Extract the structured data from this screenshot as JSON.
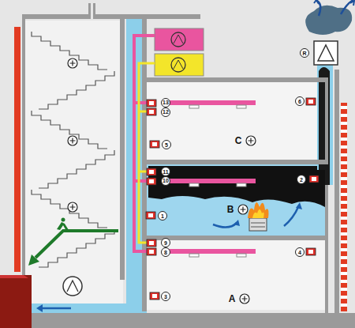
{
  "diagram": {
    "nodes": [
      {
        "text": [
          "R"
        ]
      },
      {
        "text": [
          "13"
        ]
      },
      {
        "text": [
          "12"
        ]
      },
      {
        "text": [
          "6"
        ]
      },
      {
        "text": [
          "5"
        ]
      },
      {
        "text": [
          "11"
        ]
      },
      {
        "text": [
          "10"
        ]
      },
      {
        "text": [
          "2"
        ]
      },
      {
        "text": [
          "1"
        ]
      },
      {
        "text": [
          "9"
        ]
      },
      {
        "text": [
          "8"
        ]
      },
      {
        "text": [
          "4"
        ]
      },
      {
        "text": [
          "3"
        ]
      }
    ],
    "labels": [
      "C",
      "B",
      "A"
    ]
  }
}
